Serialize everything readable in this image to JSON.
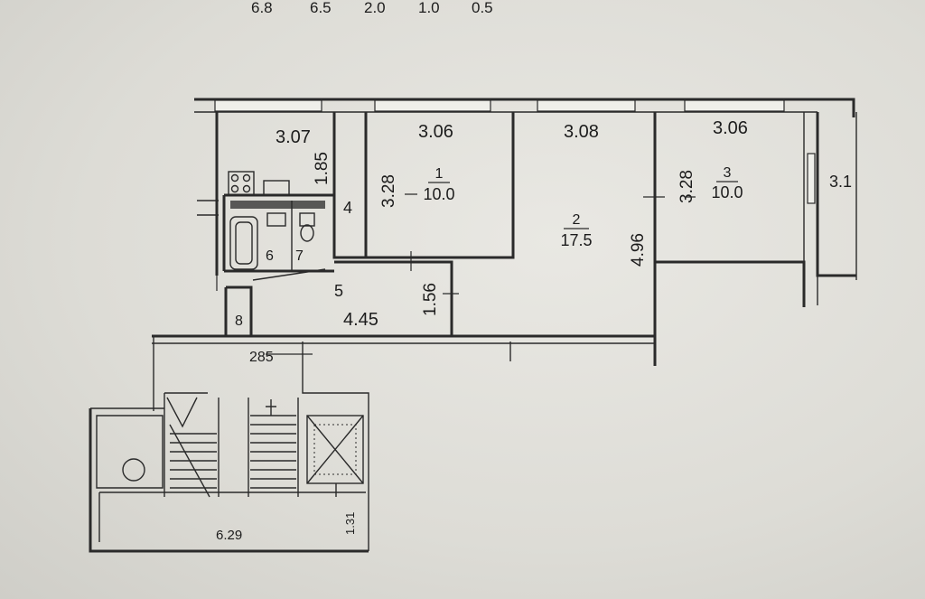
{
  "header_numbers": [
    "6.8",
    "6.5",
    "2.0",
    "1.0",
    "0.5"
  ],
  "dimensions": {
    "w1": "3.07",
    "w2": "3.06",
    "w3": "3.08",
    "w4": "3.06",
    "kitchen_depth": "1.85",
    "room1_depth": "3.28",
    "room3_depth": "3.28",
    "room2_depth": "4.96",
    "hall_depth": "1.56",
    "hall_length": "4.45",
    "balcony": "3.1",
    "vestibule": "285",
    "landing": "6.29",
    "stair_gap": "1.31"
  },
  "rooms": [
    {
      "id": "room-1",
      "number": "1",
      "area": "10.0"
    },
    {
      "id": "room-2",
      "number": "2",
      "area": "17.5"
    },
    {
      "id": "room-3",
      "number": "3",
      "area": "10.0"
    },
    {
      "id": "kitchen",
      "number": "4"
    },
    {
      "id": "hallway",
      "number": "5"
    },
    {
      "id": "bathroom",
      "number": "6"
    },
    {
      "id": "toilet",
      "number": "7"
    },
    {
      "id": "closet",
      "number": "8"
    }
  ]
}
